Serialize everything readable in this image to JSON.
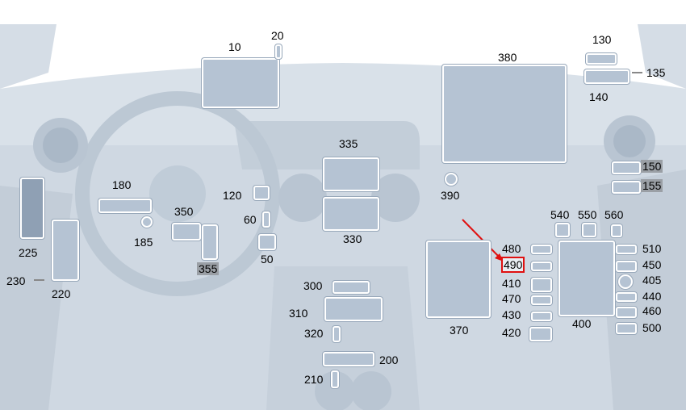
{
  "colors": {
    "dash": "#c9d4df",
    "part": "#b5c3d3",
    "highlight": "#e01010",
    "gray_label": "#9a9fa5"
  },
  "labels": {
    "l10": "10",
    "l20": "20",
    "l130": "130",
    "l380": "380",
    "l135": "135",
    "l140": "140",
    "l150": "150",
    "l155": "155",
    "l390": "390",
    "l335": "335",
    "l180": "180",
    "l120": "120",
    "l350": "350",
    "l60": "60",
    "l330": "330",
    "l185": "185",
    "l225": "225",
    "l355": "355",
    "l50": "50",
    "l230": "230",
    "l220": "220",
    "l540": "540",
    "l550": "550",
    "l560": "560",
    "l480": "480",
    "l490": "490",
    "l410": "410",
    "l470": "470",
    "l430": "430",
    "l420": "420",
    "l510": "510",
    "l450": "450",
    "l405": "405",
    "l440": "440",
    "l460": "460",
    "l500": "500",
    "l400": "400",
    "l370": "370",
    "l300": "300",
    "l310": "310",
    "l320": "320",
    "l200": "200",
    "l210": "210"
  }
}
